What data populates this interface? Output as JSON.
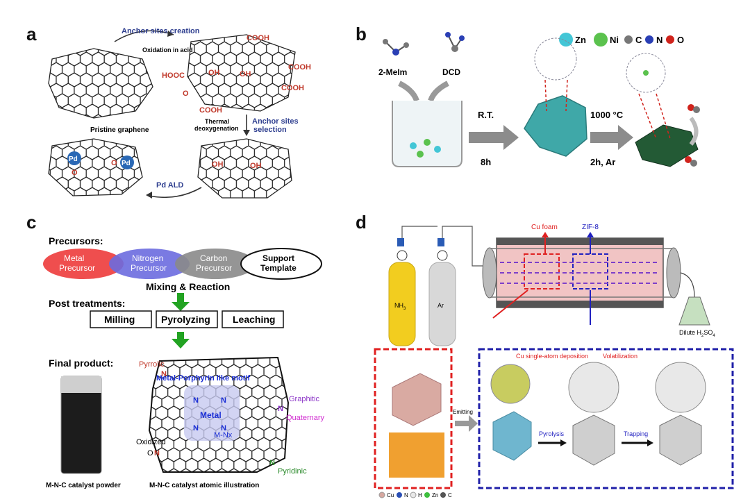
{
  "panels": {
    "a": {
      "label": "a",
      "anchor_creation": "Anchor sites creation",
      "oxidation": "Oxidation in acid",
      "pristine": "Pristine graphene",
      "thermal_1": "Thermal",
      "thermal_2": "deoxygenation",
      "anchor_selection_1": "Anchor sites",
      "anchor_selection_2": "selection",
      "pd_ald": "Pd ALD",
      "cooh": "COOH",
      "hooc": "HOOC",
      "oh": "OH",
      "o": "O",
      "pd": "Pd"
    },
    "b": {
      "label": "b",
      "legend": [
        {
          "symbol": "Zn",
          "color": "#43c6d6"
        },
        {
          "symbol": "Ni",
          "color": "#5bc24e"
        },
        {
          "symbol": "C",
          "color": "#777777"
        },
        {
          "symbol": "N",
          "color": "#2a3fb5"
        },
        {
          "symbol": "O",
          "color": "#d0231c"
        }
      ],
      "melm": "2-MeIm",
      "dcd": "DCD",
      "rt": "R.T.",
      "time": "8h",
      "temp": "1000 °C",
      "cond": "2h, Ar"
    },
    "c": {
      "label": "c",
      "precursors": "Precursors:",
      "metal_1": "Metal",
      "metal_2": "Precursor",
      "nitrogen_1": "Nitrogen",
      "nitrogen_2": "Precursor",
      "carbon_1": "Carbon",
      "carbon_2": "Precursor",
      "support_1": "Support",
      "support_2": "Template",
      "mixing": "Mixing & Reaction",
      "post": "Post treatments:",
      "milling": "Milling",
      "pyrolyzing": "Pyrolyzing",
      "leaching": "Leaching",
      "final": "Final product:",
      "pyrrolic": "Pyrrolic",
      "motif": "Metal-Porphyrin like motif",
      "metal": "Metal",
      "mnx": "M-Nx",
      "graphitic": "Graphitic",
      "quaternary": "Quaternary",
      "oxidized": "Oxidized",
      "pyridinic": "Pyridinic",
      "n": "N",
      "o": "O",
      "powder": "M-N-C catalyst powder",
      "atomic": "M-N-C catalyst atomic illustration"
    },
    "d": {
      "label": "d",
      "cu_foam": "Cu foam",
      "zif8": "ZIF-8",
      "nh3": "NH",
      "nh3_sub": "3",
      "ar": "Ar",
      "dilute": "Dilute H",
      "dilute_sub": "2",
      "dilute_tail": "SO",
      "dilute_sub2": "4",
      "emitting": "Emitting",
      "cu_dep": "Cu single-atom deposition",
      "volatil": "Volatilization",
      "pyrolysis": "Pyrolysis",
      "trapping": "Trapping",
      "legend": [
        {
          "symbol": "Cu",
          "color": "#d6a8a0"
        },
        {
          "symbol": "N",
          "color": "#2a4fb5"
        },
        {
          "symbol": "H",
          "color": "#e8e8e8"
        },
        {
          "symbol": "Zn",
          "color": "#3fbf3f"
        },
        {
          "symbol": "C",
          "color": "#555555"
        }
      ]
    }
  }
}
